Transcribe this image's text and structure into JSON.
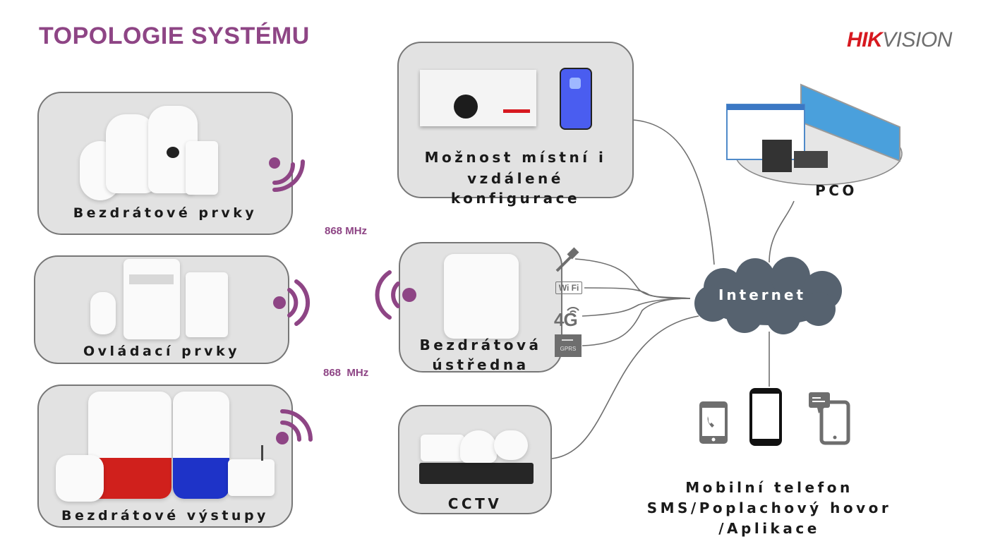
{
  "title": "TOPOLOGIE SYSTÉMU",
  "brand": {
    "part1": "HIK",
    "part2": "VISION",
    "color_primary": "#d71920",
    "color_secondary": "#6e6e6e"
  },
  "accent_color": "#8e4585",
  "nodes": {
    "wireless_detectors": {
      "label": "Bezdrátové prvky",
      "icon": "wireless-signal-icon"
    },
    "control_devices": {
      "label": "Ovládací prvky",
      "icon": "wireless-signal-icon"
    },
    "wireless_outputs": {
      "label": "Bezdrátové výstupy",
      "icon": "wireless-signal-icon"
    },
    "configuration": {
      "label_line1": "Možnost místní i",
      "label_line2": "vzdálené konfigurace"
    },
    "control_panel": {
      "label_line1": "Bezdrátová",
      "label_line2": "ústředna"
    },
    "cctv": {
      "label": "CCTV"
    },
    "internet": {
      "label": "Internet"
    },
    "pco": {
      "label": "PCO"
    },
    "mobile": {
      "label_line1": "Mobilní telefon",
      "label_line2": "SMS/Poplachový hovor",
      "label_line3": "/Aplikace"
    }
  },
  "frequencies": {
    "top": "868 MHz",
    "bottom": "868  MHz"
  },
  "connection_types": [
    {
      "name": "ethernet",
      "icon": "ethernet-cable-icon"
    },
    {
      "name": "wifi",
      "label": "Wi Fi",
      "icon": "wifi-icon"
    },
    {
      "name": "4g",
      "label": "4G",
      "icon": "4g-icon"
    },
    {
      "name": "gprs",
      "label": "GPRS",
      "icon": "gprs-icon"
    }
  ]
}
